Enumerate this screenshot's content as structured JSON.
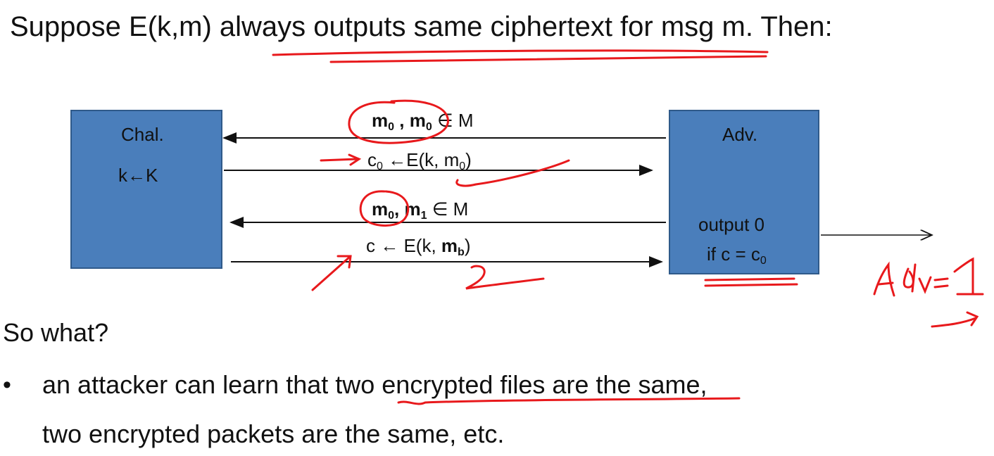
{
  "title": "Suppose E(k,m) always outputs same ciphertext for msg m.   Then:",
  "chal": {
    "name": "Chal.",
    "keygen": "k←K"
  },
  "adv": {
    "name": "Adv.",
    "output_line1": "output 0",
    "output_line2_pre": "if c = c",
    "output_line2_sub": "0"
  },
  "messages": {
    "m1_a": "m",
    "m1_a_sub": "0",
    "m1_sep": " , ",
    "m1_b": "m",
    "m1_b_sub": "0",
    "m1_tail": " ∈ M",
    "m2_pre": "c",
    "m2_pre_sub": "0",
    "m2_mid": " ←E(k, m",
    "m2_mid_sub": "0",
    "m2_tail": ")",
    "m3_a": "m",
    "m3_a_sub": "0",
    "m3_sep": ", ",
    "m3_b": "m",
    "m3_b_sub": "1",
    "m3_tail": " ∈ M",
    "m4_pre": "c ← E(k, ",
    "m4_b": "m",
    "m4_b_sub": "b",
    "m4_tail": ")"
  },
  "annotation": {
    "text": "Adv = 1"
  },
  "so_what": "So what?",
  "bullet": {
    "mark": "•",
    "line1": "an attacker can learn that two encrypted files are the same,",
    "line2": "two encrypted packets are the same, etc."
  },
  "colors": {
    "box_fill": "#4a7ebb",
    "ink": "#e8191c"
  }
}
